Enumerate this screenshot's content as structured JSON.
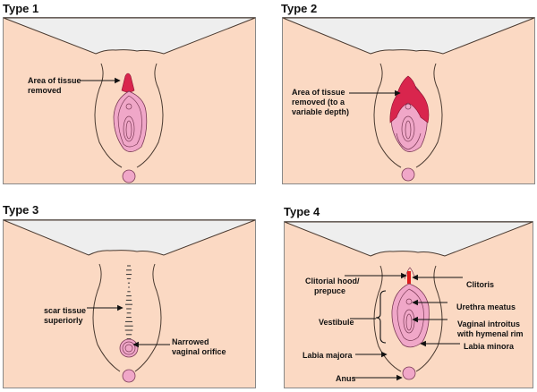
{
  "colors": {
    "skin": "#fbd9c3",
    "sky": "#eeeeee",
    "tissue": "#f0a7c8",
    "tissue_line": "#7a3a55",
    "removed": "#d9254d",
    "clitoris_red": "#e01b1b",
    "outline": "#4a3a30",
    "frame": "#888888"
  },
  "panels": [
    {
      "title": "Type 1",
      "labels": [
        "Area of tissue\nremoved"
      ]
    },
    {
      "title": "Type 2",
      "labels": [
        "Area of tissue\nremoved (to a\nvariable depth)"
      ]
    },
    {
      "title": "Type 3",
      "labels": [
        "scar tissue\nsuperiorly",
        "Narrowed\nvaginal orifice"
      ]
    },
    {
      "title": "Type 4",
      "labels": [
        "Clitorial hood/\n    prepuce",
        "Clitoris",
        "Urethra meatus",
        "Vestibule",
        "Vaginal introitus\nwith hymenal rim",
        "Labia minora",
        "Labia majora",
        "Anus"
      ]
    }
  ]
}
